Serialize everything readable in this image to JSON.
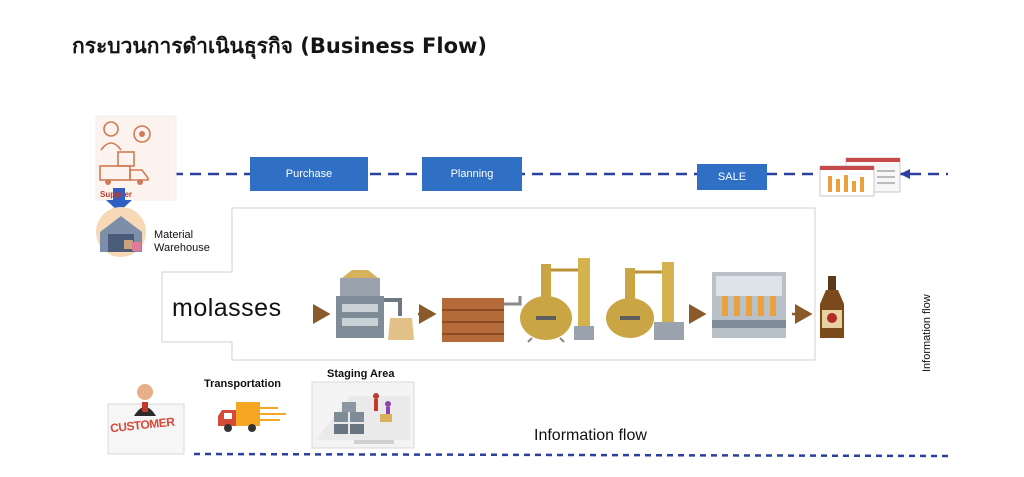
{
  "title": "กระบวนการดำเนินธุรกิจ (Business Flow)",
  "top_flow": {
    "purchase": "Purchase",
    "planning": "Planning",
    "sale": "SALE"
  },
  "supplier_label": "Supplier",
  "warehouse_label_line1": "Material",
  "warehouse_label_line2": "Warehouse",
  "molasses_label": "molasses",
  "transportation_label": "Transportation",
  "staging_label": "Staging Area",
  "customer_label": "CUSTOMER",
  "info_flow_bottom": "Information flow",
  "info_flow_vertical": "Information flow",
  "colors": {
    "flow_box": "#2f6fc4",
    "dashed_line": "#2b3f9e",
    "arrow_brown": "#8a5a2b",
    "truck_orange": "#f5a623"
  }
}
